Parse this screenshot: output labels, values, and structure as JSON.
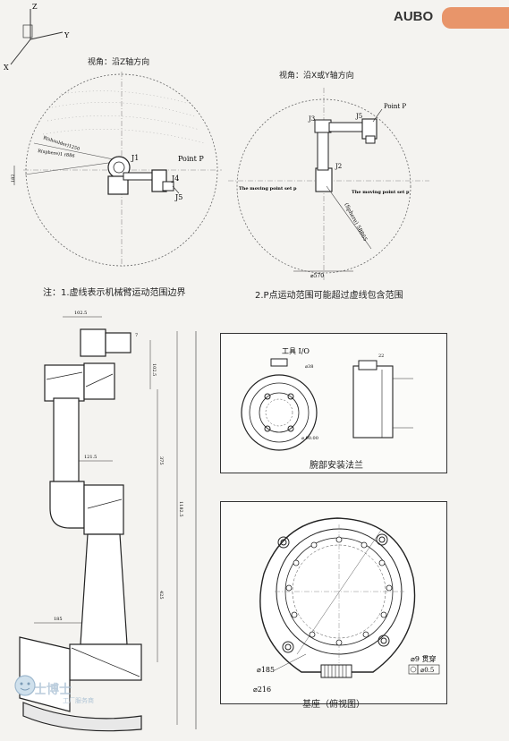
{
  "header": {
    "brand": "AUBO"
  },
  "views": {
    "z_view": "视角：沿Z轴方向",
    "xy_view": "视角：沿X或Y轴方向"
  },
  "axes": {
    "z": "Z",
    "y": "Y",
    "x": "X"
  },
  "top_left": {
    "j1": "J1",
    "j4": "J4",
    "j5": "J5",
    "point_p": "Point P",
    "r1": "R(shoulder)1250",
    "r2": "R(sphere)1 r886",
    "dim_left": "182"
  },
  "top_right": {
    "j3": "J3",
    "j5": "J5",
    "j2": "J2",
    "point_p": "Point P",
    "moving_left": "The moving point set p",
    "moving_right": "The moving point set p",
    "sphere": "(Sphere) 58865",
    "dia": "⌀570"
  },
  "notes": {
    "note1": "注：1.虚线表示机械臂运动范围边界",
    "note2": "2.P点运动范围可能超过虚线包含范围"
  },
  "arm_dims": {
    "d1": "102.5",
    "d2": "7",
    "d3": "102.5",
    "d4": "121.5",
    "d5": "375",
    "d6": "1182.5",
    "d7": "425",
    "d8": "185"
  },
  "flange": {
    "tool_io": "工具 I/O",
    "caption": "腕部安装法兰",
    "d_top": "⌀38",
    "d_bottom": "⌀ 90.00",
    "side_dim": "22"
  },
  "base": {
    "caption": "基座（俯视图）",
    "d185": "⌀185",
    "d216": "⌀216",
    "hole": "⌀9 贯穿",
    "tol": "⌀0.5"
  },
  "watermark": {
    "text": "士博士",
    "sub": "工厂服务商"
  }
}
